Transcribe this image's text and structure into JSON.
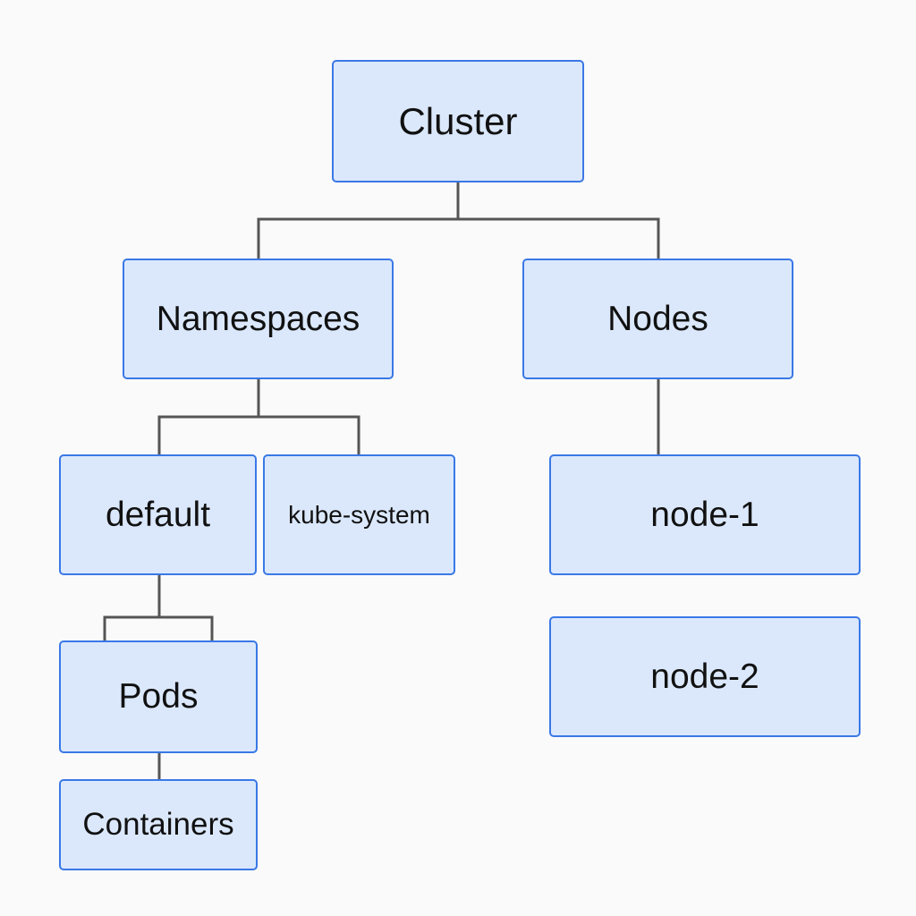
{
  "diagram": {
    "nodes": {
      "cluster": "Cluster",
      "namespaces": "Namespaces",
      "nodes": "Nodes",
      "default": "default",
      "kube_system": "kube-system",
      "node_1": "node-1",
      "node_2": "node-2",
      "pods": "Pods",
      "containers": "Containers"
    },
    "edges": [
      [
        "Cluster",
        "Namespaces"
      ],
      [
        "Cluster",
        "Nodes"
      ],
      [
        "Namespaces",
        "default"
      ],
      [
        "Namespaces",
        "kube-system"
      ],
      [
        "Nodes",
        "node-1"
      ],
      [
        "default",
        "Pods"
      ],
      [
        "Pods",
        "Containers"
      ]
    ]
  },
  "colors": {
    "node_fill": "#dbe8fc",
    "node_border": "#3a78e6",
    "connector": "#555555",
    "text": "#111111",
    "background": "#fafafa"
  }
}
